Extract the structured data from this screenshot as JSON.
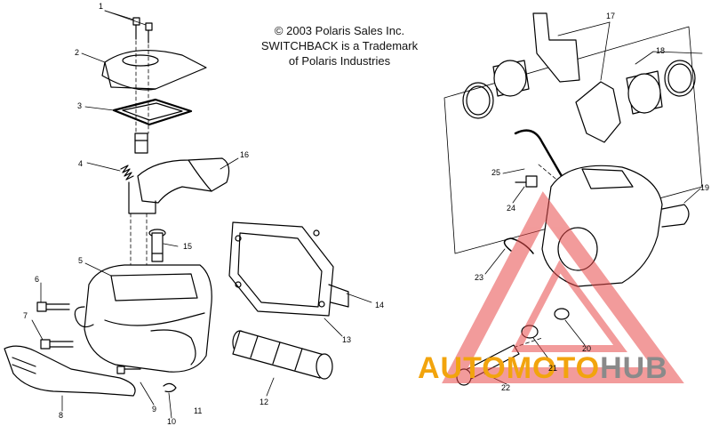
{
  "copyright": {
    "line1": "© 2003 Polaris Sales Inc.",
    "line2": "SWITCHBACK is a Trademark",
    "line3": "of Polaris Industries"
  },
  "watermark": {
    "text_part1": "AUTOMOTO",
    "text_part2": "HUB",
    "color_primary": "#f2a40d",
    "color_secondary": "#8a8a8a",
    "triangle_color": "#e84a4a"
  },
  "callouts": {
    "c1": "1",
    "c2": "2",
    "c3": "3",
    "c4": "4",
    "c5": "5",
    "c6": "6",
    "c7": "7",
    "c8": "8",
    "c9": "9",
    "c10": "10",
    "c11": "11",
    "c12": "12",
    "c13": "13",
    "c14": "14",
    "c15": "15",
    "c16": "16",
    "c17": "17",
    "c18": "18",
    "c19": "19",
    "c20": "20",
    "c21": "21",
    "c22": "22",
    "c23": "23",
    "c24": "24",
    "c25": "25"
  }
}
